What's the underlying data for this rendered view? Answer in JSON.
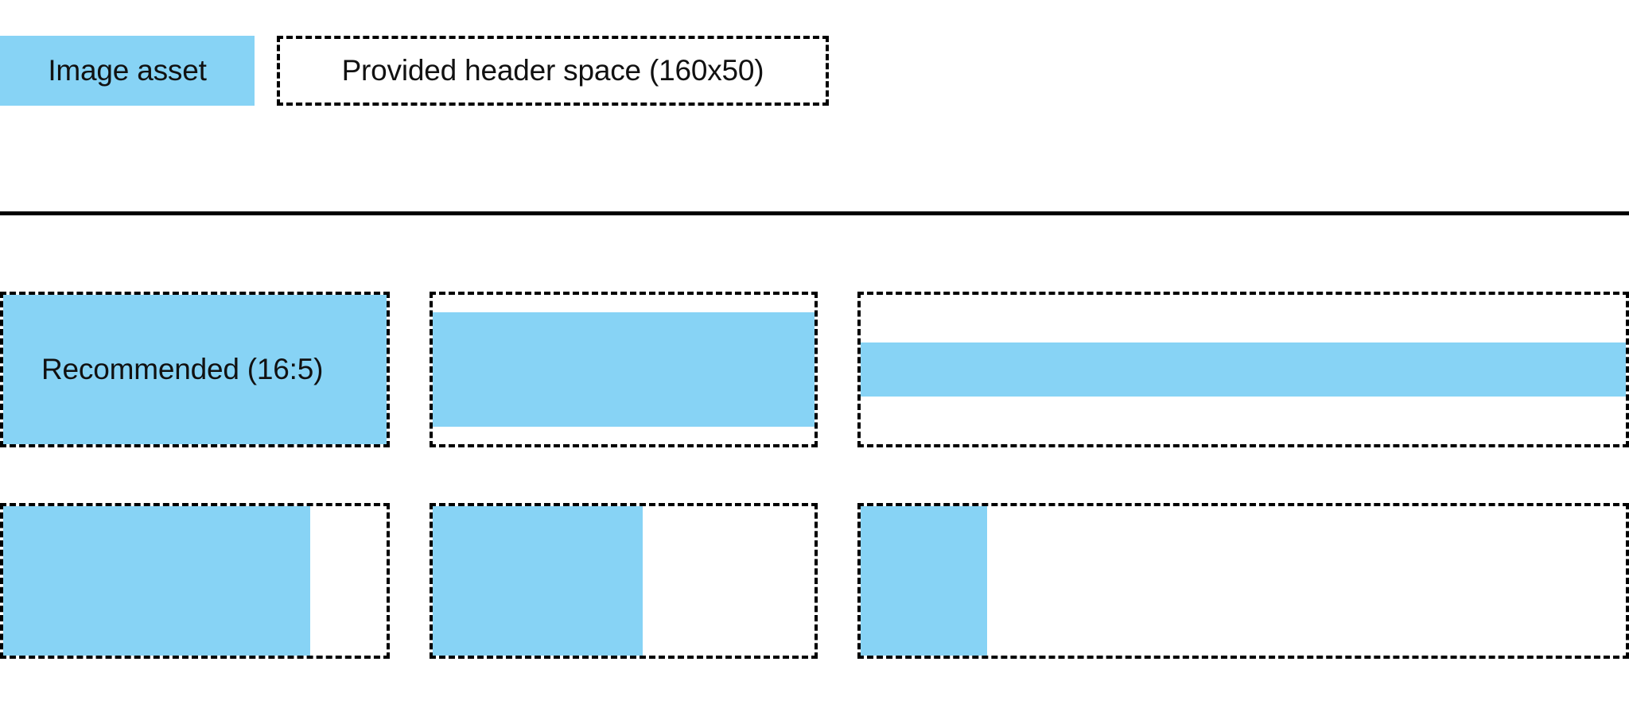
{
  "theme": {
    "accent_color": "#87d3f5",
    "line_color": "#000000",
    "background_color": "#ffffff",
    "text_color": "#111111"
  },
  "header": {
    "asset_chip": {
      "label": "Image asset",
      "icon": "filled-swatch-icon"
    },
    "slot": {
      "label": "Provided header space (160x50)"
    }
  },
  "specs": {
    "row_recommended": {
      "boxes": [
        {
          "name": "recommended-ratio-box",
          "label": "Recommended (16:5)",
          "fill_mode": "full"
        },
        {
          "name": "inset-vertical-box",
          "label": "",
          "fill_mode": "inset-vertical"
        },
        {
          "name": "thin-band-box",
          "label": "",
          "fill_mode": "thin-band"
        }
      ]
    },
    "row_widths": {
      "boxes": [
        {
          "name": "wide-left-fill-box",
          "label": "",
          "fill_mode": "left-80"
        },
        {
          "name": "medium-left-fill-box",
          "label": "",
          "fill_mode": "left-55"
        },
        {
          "name": "narrow-left-fill-box",
          "label": "",
          "fill_mode": "left-31"
        }
      ]
    }
  }
}
